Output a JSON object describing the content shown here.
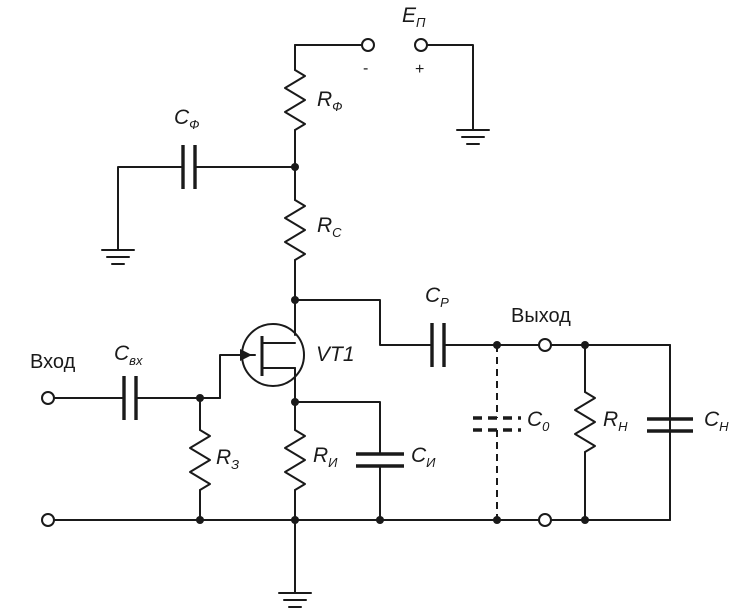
{
  "power": {
    "main": "E",
    "sub": "П",
    "minus": "-",
    "plus": "+"
  },
  "components": {
    "r_filter": {
      "main": "R",
      "sub": "Ф"
    },
    "c_filter": {
      "main": "C",
      "sub": "Ф"
    },
    "r_drain": {
      "main": "R",
      "sub": "С"
    },
    "c_coupling": {
      "main": "C",
      "sub": "Р"
    },
    "c_input": {
      "main": "C",
      "sub": "вх"
    },
    "transistor": {
      "label": "VT1"
    },
    "r_gate": {
      "main": "R",
      "sub": "З"
    },
    "r_source": {
      "main": "R",
      "sub": "И"
    },
    "c_source": {
      "main": "C",
      "sub": "И"
    },
    "c_parasitic": {
      "main": "C",
      "sub": "0"
    },
    "r_load": {
      "main": "R",
      "sub": "Н"
    },
    "c_load": {
      "main": "C",
      "sub": "Н"
    }
  },
  "ports": {
    "input_label": "Вход",
    "output_label": "Выход"
  }
}
